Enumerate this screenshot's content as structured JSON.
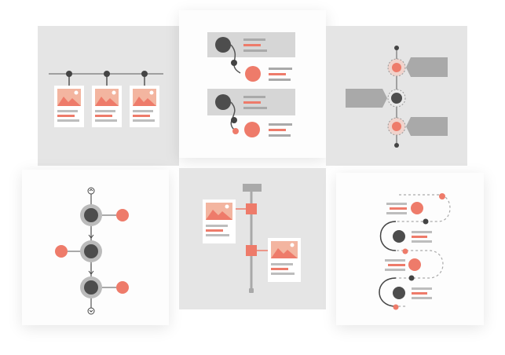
{
  "colors": {
    "accent": "#ee7b6a",
    "accent_light": "#f9c8b8",
    "dark_node": "#4d4d4d",
    "gray_block": "#a9a9a9",
    "gray_panel": "#e5e5e5",
    "text_line": "#bdbdbd",
    "white_panel": "#fdfdfd",
    "line": "#888888"
  },
  "tiles": [
    {
      "id": "horizontal-timeline-cards",
      "icon": "image-card-icon",
      "panel": "gray"
    },
    {
      "id": "zigzag-timeline-blocks",
      "icon": "timeline-node-icon",
      "panel": "white"
    },
    {
      "id": "vertical-timeline-callouts",
      "icon": "callout-arrow-icon",
      "panel": "gray"
    },
    {
      "id": "vertical-node-timeline",
      "icon": "timeline-node-icon",
      "panel": "white"
    },
    {
      "id": "vertical-timeline-image-cards",
      "icon": "image-card-icon",
      "panel": "gray"
    },
    {
      "id": "serpentine-timeline",
      "icon": "curved-path-icon",
      "panel": "white"
    }
  ]
}
